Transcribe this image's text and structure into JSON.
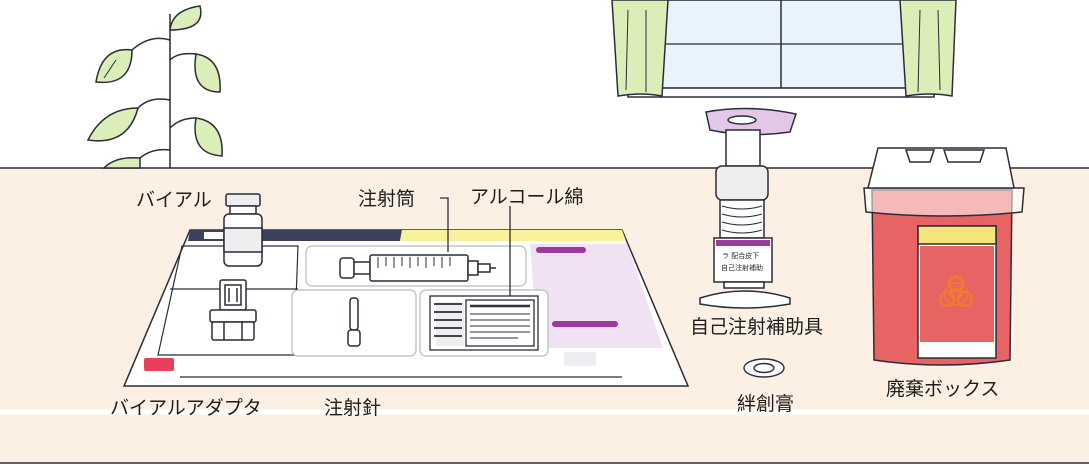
{
  "labels": {
    "vial": "バイアル",
    "vial_adapter": "バイアルアダプタ",
    "syringe": "注射筒",
    "alcohol_swab": "アルコール綿",
    "needle": "注射針",
    "self_injection_aid": "自己注射補助具",
    "bandage": "絆創膏",
    "disposal_box": "廃棄ボックス"
  },
  "device_print": {
    "line1": "ラ 配合皮下",
    "line2": "自己注射補助"
  },
  "colors": {
    "wall": "#ffffff",
    "table": "#fcefe3",
    "outline": "#2c2c3a",
    "leaf": "#dbeeb8",
    "tray_band_dark": "#3d4160",
    "tray_band_yellow": "#f8f29a",
    "tray_pink": "#f1e2f3",
    "tray_purple": "#9a3a9c",
    "tray_red": "#e83f5b",
    "device_cap": "#e2c8e6",
    "box_red": "#e86464",
    "box_yellow": "#f6e37a",
    "biohazard_orange": "#f47a2a",
    "window_glass": "#e9f3fb",
    "curtain": "#dbeeb8"
  }
}
